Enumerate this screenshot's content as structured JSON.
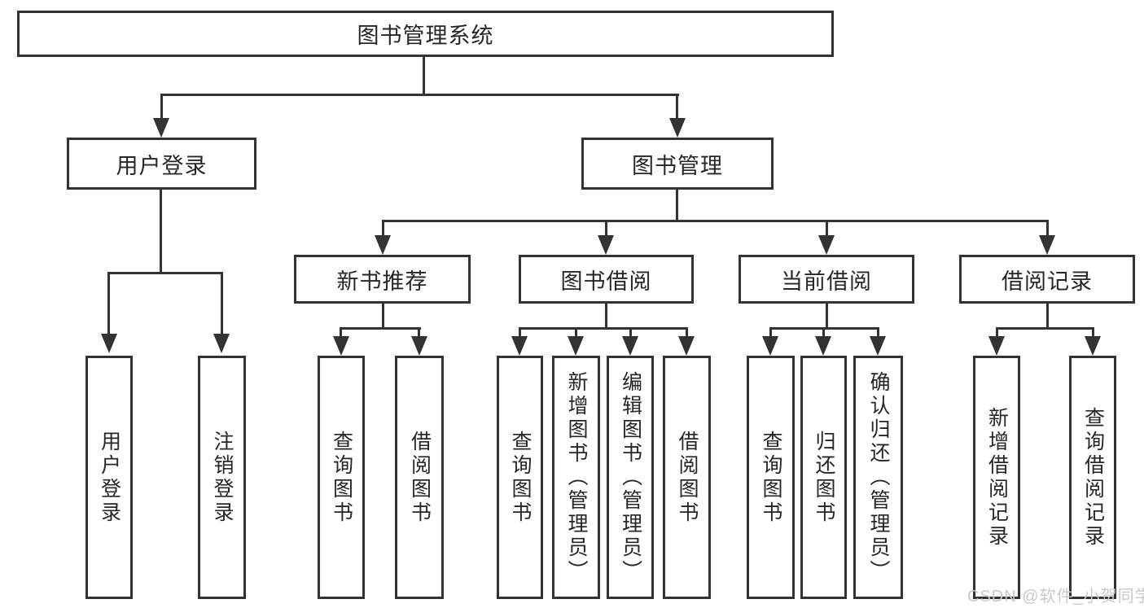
{
  "diagram": {
    "root": "图书管理系统",
    "level2": [
      "用户登录",
      "图书管理"
    ],
    "level3": [
      "新书推荐",
      "图书借阅",
      "当前借阅",
      "借阅记录"
    ],
    "leaves": {
      "user_login": [
        "用户登录",
        "注销登录"
      ],
      "new_book_recommend": [
        "查询图书",
        "借阅图书"
      ],
      "book_borrow": [
        "查询图书",
        "新增图书（管理员）",
        "编辑图书（管理员）",
        "借阅图书"
      ],
      "current_borrow": [
        "查询图书",
        "归还图书",
        "确认归还（管理员）"
      ],
      "borrow_record": [
        "新增借阅记录",
        "查询借阅记录"
      ]
    },
    "watermark": "CSDN @软件_小贺同学",
    "colors": {
      "line": "#333333",
      "text": "#262626",
      "watermark": "#c9c9c9",
      "background": "#ffffff"
    }
  }
}
